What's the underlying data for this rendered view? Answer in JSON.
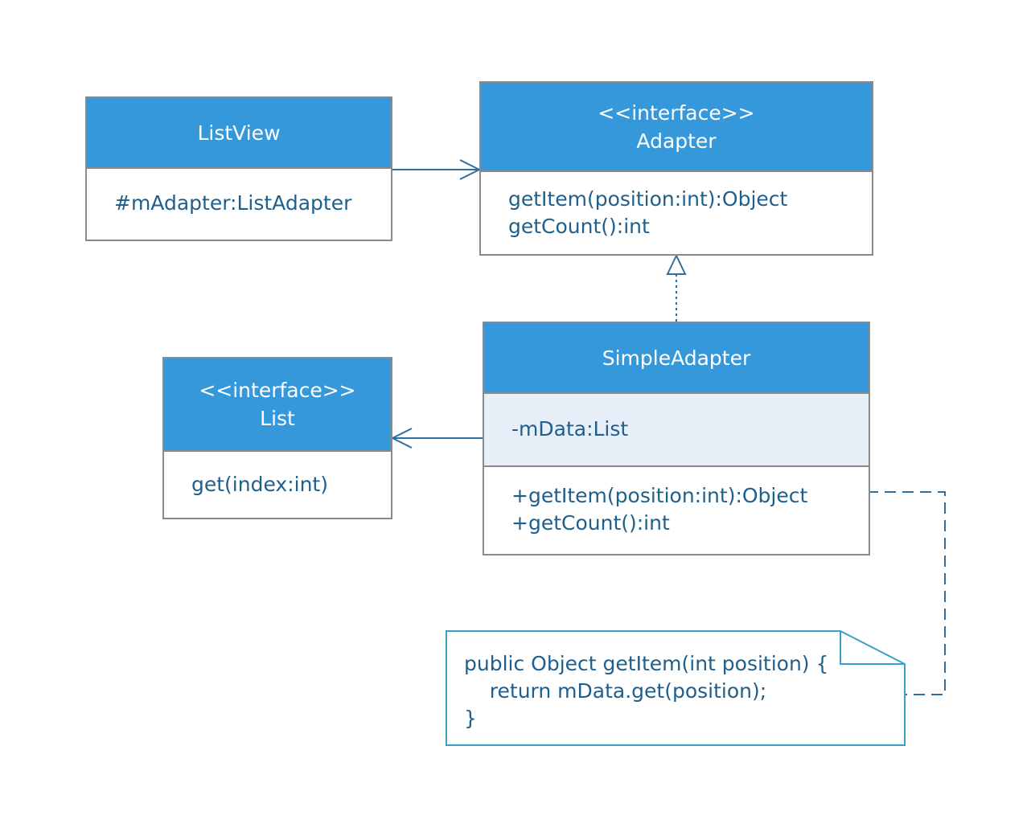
{
  "classes": {
    "listview": {
      "name": "ListView",
      "attributes": [
        "#mAdapter:ListAdapter"
      ]
    },
    "adapter": {
      "stereotype": "<<interface>>",
      "name": "Adapter",
      "methods": [
        "getItem(position:int):Object",
        "getCount():int"
      ]
    },
    "simpleadapter": {
      "name": "SimpleAdapter",
      "attributes": [
        "-mData:List"
      ],
      "methods": [
        "+getItem(position:int):Object",
        "+getCount():int"
      ]
    },
    "list": {
      "stereotype": "<<interface>>",
      "name": "List",
      "methods": [
        "get(index:int)"
      ]
    }
  },
  "note": {
    "lines": [
      "public Object getItem(int position) {",
      "    return mData.get(position);",
      "}"
    ]
  },
  "colors": {
    "header": "#3598db",
    "border": "#8a8a8a",
    "text": "#1f5f8b",
    "connector": "#2f6f9f",
    "note_border": "#3aa0c8",
    "shaded_section": "#e7eef8"
  }
}
